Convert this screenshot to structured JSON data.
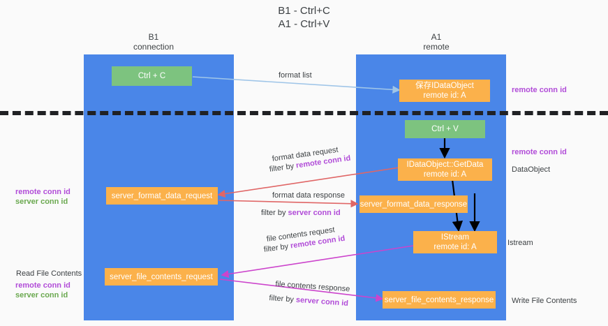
{
  "title": {
    "line1": "B1 - Ctrl+C",
    "line2": "A1 - Ctrl+V"
  },
  "columns": [
    {
      "id": "b1",
      "name": "B1",
      "role": "connection"
    },
    {
      "id": "a1",
      "name": "A1",
      "role": "remote"
    }
  ],
  "nodes": {
    "ctrl_c": {
      "label": "Ctrl + C",
      "sub": ""
    },
    "save_idataobject": {
      "label": "保存IDataObject",
      "sub": "remote id: A"
    },
    "ctrl_v": {
      "label": "Ctrl + V",
      "sub": ""
    },
    "getdata": {
      "label": "IDataObject::GetData",
      "sub": "remote id: A"
    },
    "server_format_data_request": {
      "label": "server_format_data_request",
      "sub": ""
    },
    "server_format_data_response": {
      "label": "server_format_data_response",
      "sub": ""
    },
    "istream": {
      "label": "IStream",
      "sub": "remote id: A"
    },
    "server_file_contents_request": {
      "label": "server_file_contents_request",
      "sub": ""
    },
    "server_file_contents_response": {
      "label": "server_file_contents_response",
      "sub": ""
    }
  },
  "edge_labels": {
    "format_list": "format list",
    "format_data_request": "format data request",
    "format_data_request_filter_prefix": "filter by ",
    "format_data_request_filter_key": "remote conn id",
    "format_data_response": "format data response",
    "format_data_response_filter_prefix": "filter by ",
    "format_data_response_filter_key": "server conn id",
    "file_contents_request": "file contents request",
    "file_contents_request_filter_prefix": "filter by ",
    "file_contents_request_filter_key": "remote conn id",
    "file_contents_response": "file contents response",
    "file_contents_response_filter_prefix": "filter by ",
    "file_contents_response_filter_key": "server conn id"
  },
  "annotations": {
    "right_remote_conn_id_top": "remote conn id",
    "right_remote_conn_id_mid": "remote conn id",
    "right_dataobject": "DataObject",
    "right_istream": "Istream",
    "right_write_file_contents": "Write File Contents",
    "left_remote_conn_id_mid": "remote conn id",
    "left_server_conn_id_mid": "server conn id",
    "left_read_file_contents": "Read File Contents",
    "left_remote_conn_id_bottom": "remote conn id",
    "left_server_conn_id_bottom": "server conn id"
  },
  "colors": {
    "lane": "#4a86e8",
    "node_green": "#7dc37f",
    "node_orange": "#fbb14b",
    "accent_purple": "#b14cd8",
    "accent_green": "#6aa84f",
    "arrow_blue": "#9fc5e8",
    "arrow_red": "#e06666",
    "arrow_magenta": "#cc44cc",
    "arrow_black": "#000000",
    "background": "#fafafa"
  }
}
